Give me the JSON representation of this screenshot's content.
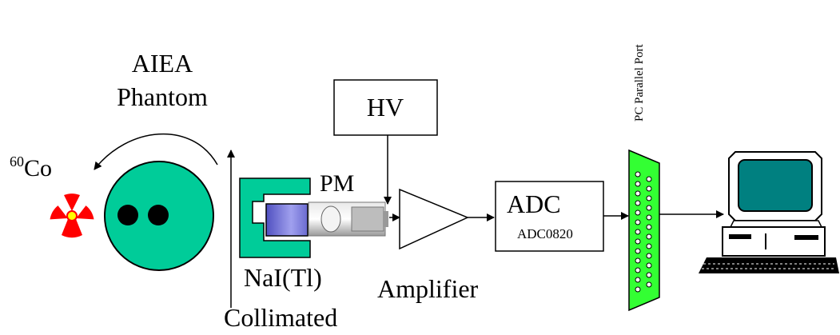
{
  "labels": {
    "phantom_line1": "AIEA",
    "phantom_line2": "Phantom",
    "source_sup": "60",
    "source_element": "Co",
    "hv": "HV",
    "pm": "PM",
    "adc": "ADC",
    "adc_chip": "ADC0820",
    "amplifier": "Amplifier",
    "detector_line1": "NaI(Tl)",
    "detector_line2": "Collimated",
    "parallel_port": "PC Parallel Port"
  },
  "colors": {
    "phantom": "#00cc99",
    "collimator": "#00cc99",
    "crystal": "#7b7bd9",
    "port": "#33ff33",
    "source": "#ff0000",
    "source_center": "#ffff00",
    "monitor_screen": "#008080"
  }
}
